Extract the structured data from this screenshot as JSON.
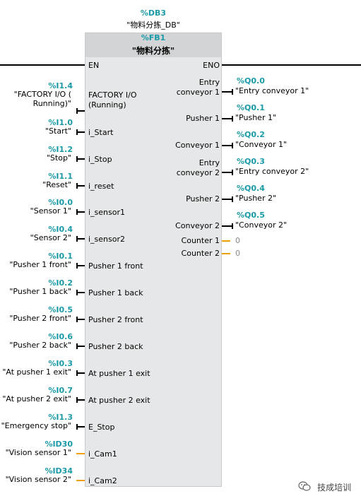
{
  "instance_db": {
    "address": "%DB3",
    "name": "\"物料分拣_DB\""
  },
  "block": {
    "address": "%FB1",
    "name": "\"物料分拣\"",
    "en": "EN",
    "eno": "ENO"
  },
  "inputs": [
    {
      "address": "%I1.4",
      "label1": "\"FACTORY I/O (",
      "label2": "Running)\"",
      "pin1": "FACTORY I/O",
      "pin2": "(Running)"
    },
    {
      "address": "%I1.0",
      "label1": "\"Start\"",
      "pin1": "i_Start"
    },
    {
      "address": "%I1.2",
      "label1": "\"Stop\"",
      "pin1": "i_Stop"
    },
    {
      "address": "%I1.1",
      "label1": "\"Reset\"",
      "pin1": "i_reset"
    },
    {
      "address": "%I0.0",
      "label1": "\"Sensor 1\"",
      "pin1": "i_sensor1"
    },
    {
      "address": "%I0.4",
      "label1": "\"Sensor 2\"",
      "pin1": "i_sensor2"
    },
    {
      "address": "%I0.1",
      "label1": "\"Pusher 1 front\"",
      "pin1": "Pusher 1 front"
    },
    {
      "address": "%I0.2",
      "label1": "\"Pusher 1 back\"",
      "pin1": "Pusher 1 back"
    },
    {
      "address": "%I0.5",
      "label1": "\"Pusher 2 front\"",
      "pin1": "Pusher 2 front"
    },
    {
      "address": "%I0.6",
      "label1": "\"Pusher 2 back\"",
      "pin1": "Pusher 2 back"
    },
    {
      "address": "%I0.3",
      "label1": "\"At pusher 1 exit\"",
      "pin1": "At pusher 1 exit"
    },
    {
      "address": "%I0.7",
      "label1": "\"At pusher 2 exit\"",
      "pin1": "At pusher 2 exit"
    },
    {
      "address": "%I1.3",
      "label1": "\"Emergency stop\"",
      "pin1": "E_Stop"
    },
    {
      "address": "%ID30",
      "label1": "\"Vision sensor 1\"",
      "pin1": "i_Cam1"
    },
    {
      "address": "%ID34",
      "label1": "\"Vision sensor 2\"",
      "pin1": "i_Cam2"
    }
  ],
  "outputs": [
    {
      "address": "%Q0.0",
      "label": "\"Entry conveyor 1\"",
      "pin1": "Entry",
      "pin2": "conveyor 1"
    },
    {
      "address": "%Q0.1",
      "label": "\"Pusher 1\"",
      "pin1": "Pusher 1"
    },
    {
      "address": "%Q0.2",
      "label": "\"Conveyor 1\"",
      "pin1": "Conveyor 1"
    },
    {
      "address": "%Q0.3",
      "label": "\"Entry conveyor 2\"",
      "pin1": "Entry",
      "pin2": "conveyor 2"
    },
    {
      "address": "%Q0.4",
      "label": "\"Pusher 2\"",
      "pin1": "Pusher 2"
    },
    {
      "address": "%Q0.5",
      "label": "\"Conveyor 2\"",
      "pin1": "Conveyor 2"
    },
    {
      "pin1": "Counter 1",
      "value": "0"
    },
    {
      "pin1": "Counter 2",
      "value": "0"
    }
  ],
  "watermark": {
    "text": "技成培训",
    "icon": "wechat-icon"
  },
  "colors": {
    "address": "#1a9aa6",
    "analog_wire": "#f0a000",
    "block_body": "#e6e7e8",
    "block_header": "#d2d4d6"
  }
}
